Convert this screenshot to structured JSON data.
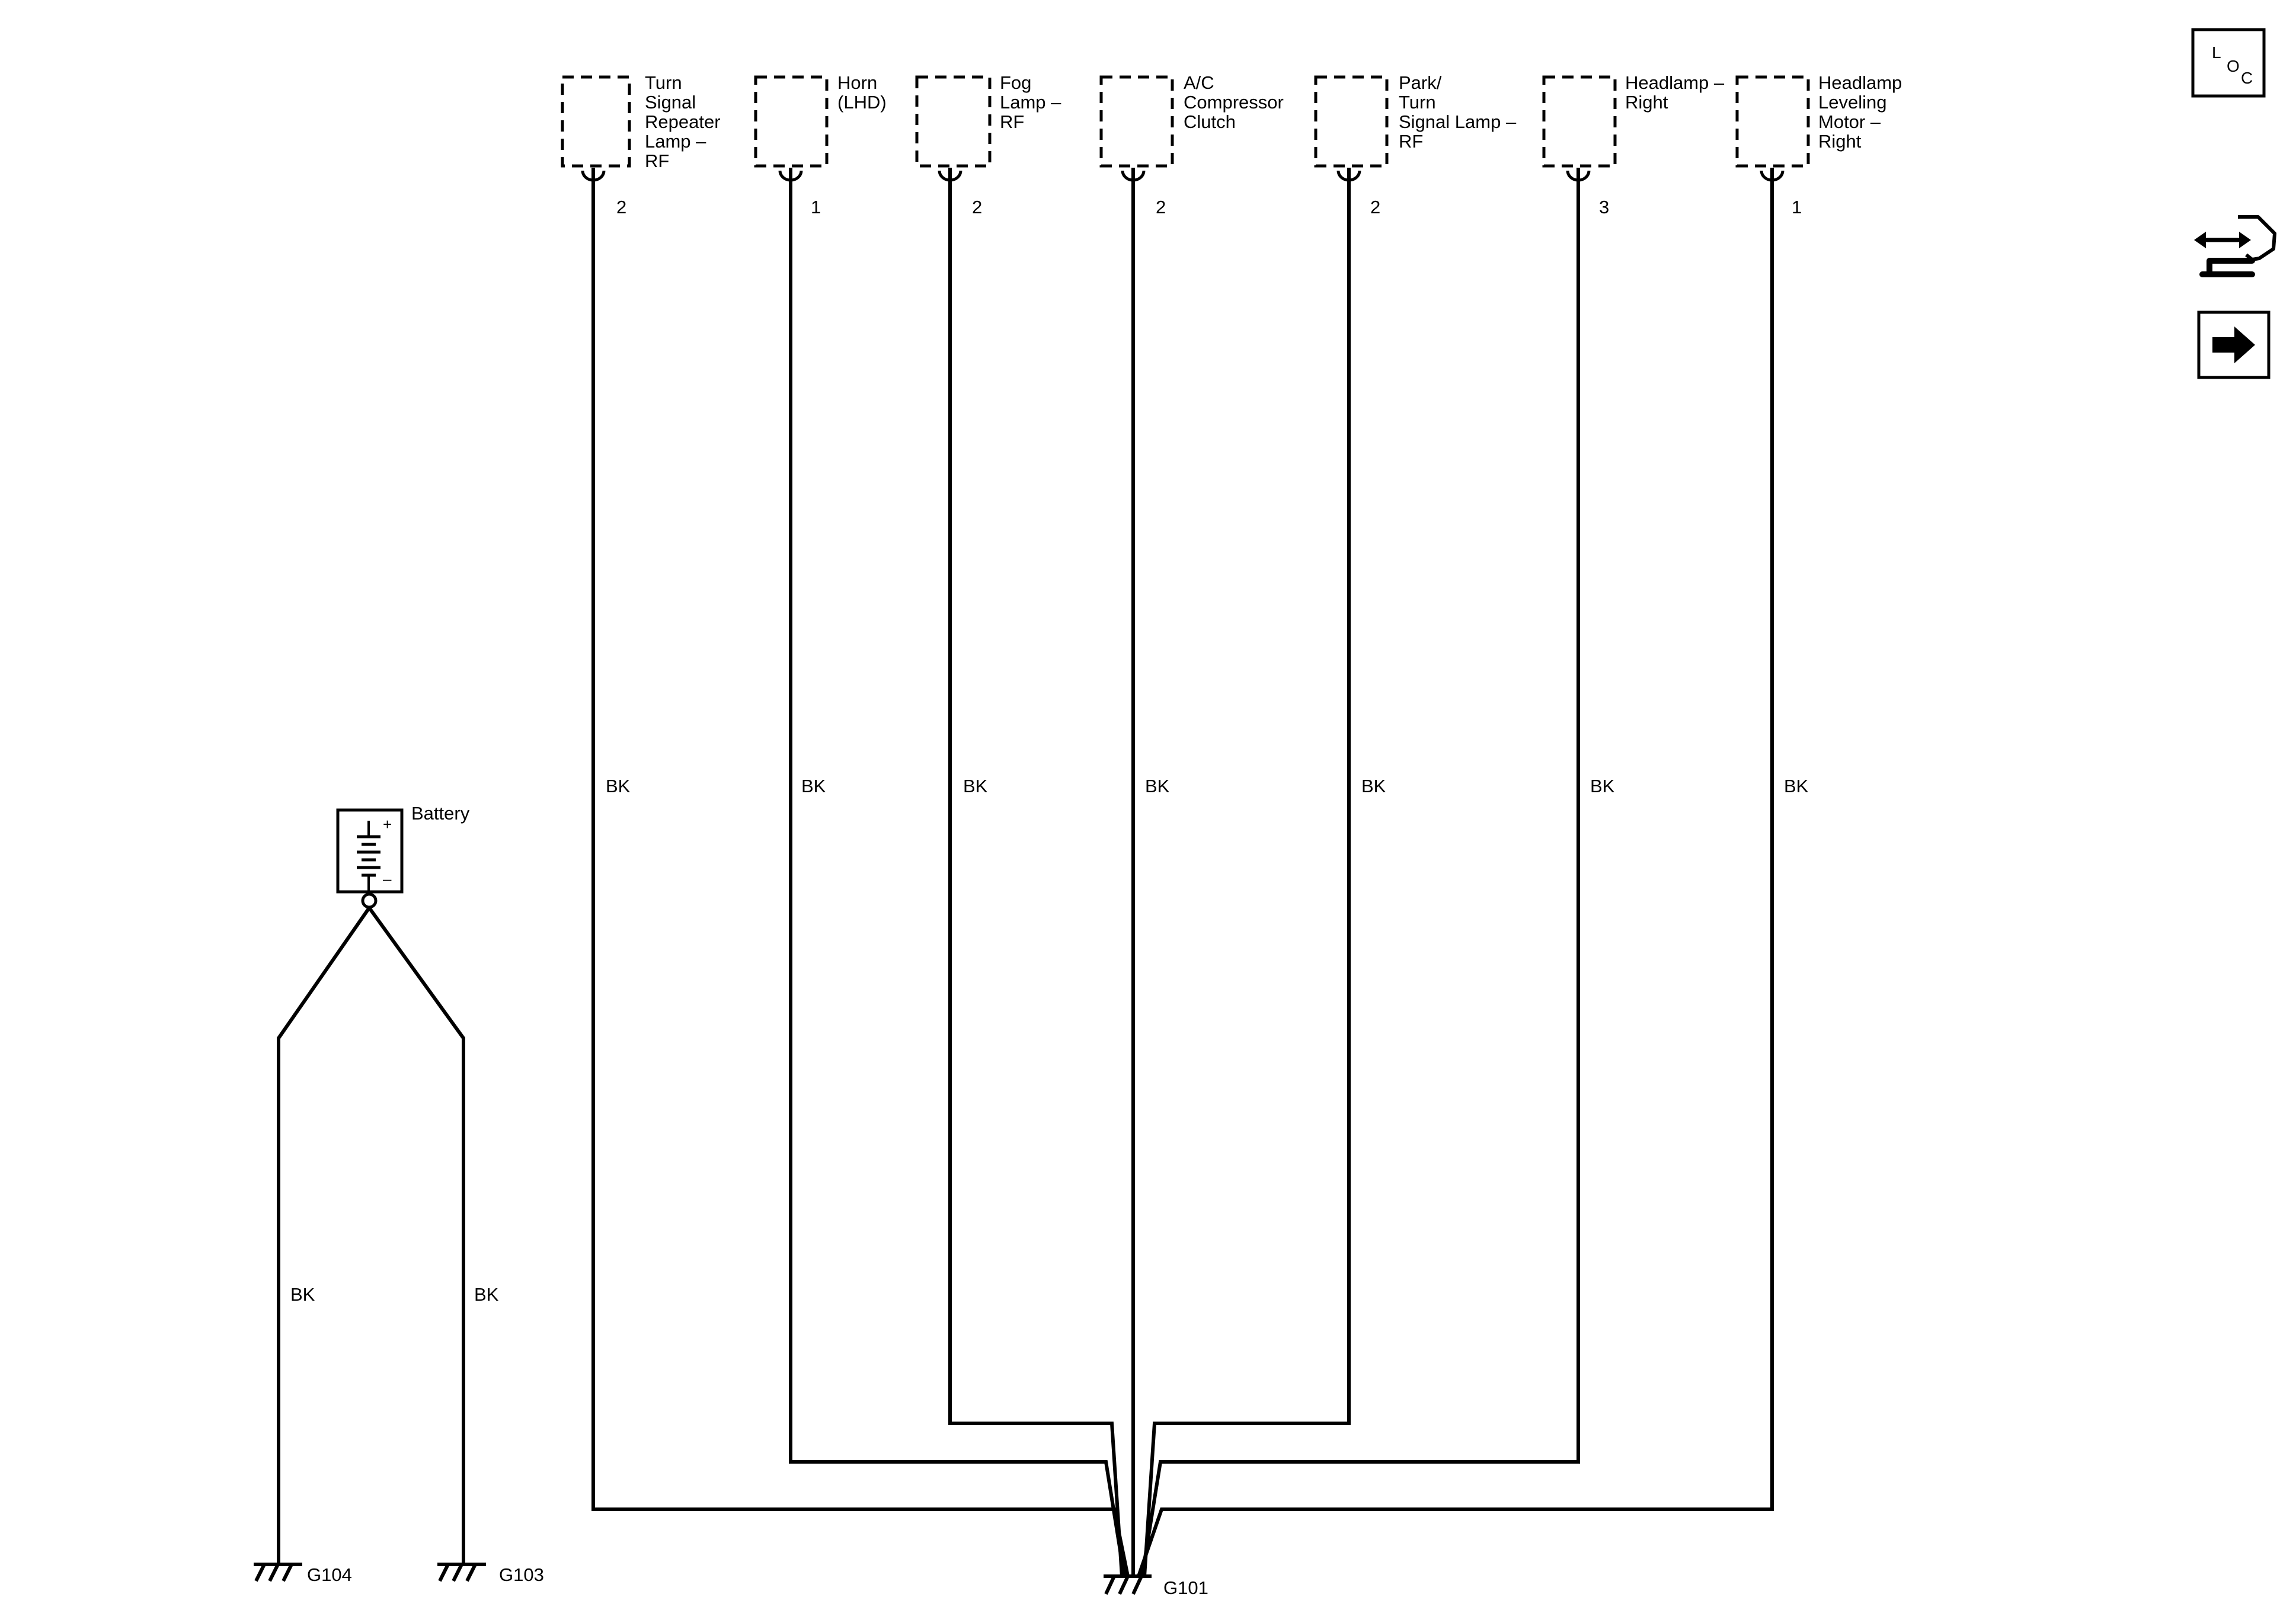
{
  "components": [
    {
      "id": "turn-signal-repeater-lamp-rf",
      "lines": [
        "Turn",
        "Signal",
        "Repeater",
        "Lamp –",
        "RF"
      ],
      "pin": "2",
      "wire_color": "BK"
    },
    {
      "id": "horn-lhd",
      "lines": [
        "Horn",
        "(LHD)"
      ],
      "pin": "1",
      "wire_color": "BK"
    },
    {
      "id": "fog-lamp-rf",
      "lines": [
        "Fog",
        "Lamp –",
        "RF"
      ],
      "pin": "2",
      "wire_color": "BK"
    },
    {
      "id": "ac-compressor-clutch",
      "lines": [
        "A/C",
        "Compressor",
        "Clutch"
      ],
      "pin": "2",
      "wire_color": "BK"
    },
    {
      "id": "park-turn-signal-lamp-rf",
      "lines": [
        "Park/",
        "Turn",
        "Signal Lamp –",
        "RF"
      ],
      "pin": "2",
      "wire_color": "BK"
    },
    {
      "id": "headlamp-right",
      "lines": [
        "Headlamp –",
        "Right"
      ],
      "pin": "3",
      "wire_color": "BK"
    },
    {
      "id": "headlamp-leveling-motor-right",
      "lines": [
        "Headlamp",
        "Leveling",
        "Motor –",
        "Right"
      ],
      "pin": "1",
      "wire_color": "BK"
    }
  ],
  "battery": {
    "label": "Battery",
    "plus": "+",
    "minus": "–",
    "wires": [
      {
        "id": "g104",
        "wire_color": "BK",
        "ground": "G104"
      },
      {
        "id": "g103",
        "wire_color": "BK",
        "ground": "G103"
      }
    ]
  },
  "main_ground": {
    "label": "G101"
  },
  "nav_icons": {
    "loc": {
      "letters": [
        "L",
        "O",
        "C"
      ],
      "icon": "location-icon"
    },
    "connector": {
      "icon": "connector-view-icon"
    },
    "next": {
      "icon": "next-page-arrow-icon"
    }
  }
}
